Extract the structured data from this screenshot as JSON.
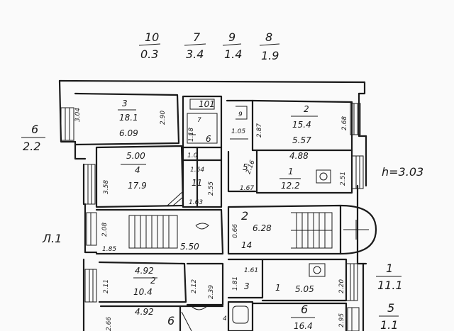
{
  "header_fractions": [
    {
      "num": "10",
      "den": "0.3"
    },
    {
      "num": "7",
      "den": "3.4"
    },
    {
      "num": "9",
      "den": "1.4"
    },
    {
      "num": "8",
      "den": "1.9"
    }
  ],
  "side_labels": {
    "left_top": {
      "num": "6",
      "den": "2.2"
    },
    "left_mid": "Л.1",
    "right_mid": {
      "num": "1",
      "den": "11.1"
    },
    "right_bottom": {
      "num": "5",
      "den": "1.1"
    },
    "height": "h=3.03"
  },
  "rooms": {
    "r3_top": "3",
    "r3_area": "18.1",
    "r3_w": "6.09",
    "r3_h1": "3.04",
    "r3_h2": "2.90",
    "r2_top": "2",
    "r2_area": "15.4",
    "r2_w": "5.57",
    "r2_h1": "2.87",
    "r2_h2": "2.68",
    "r1_top": "1",
    "r1_area": "12.2",
    "r1_w": "4.88",
    "r1_h": "2.51",
    "r4_top": "4",
    "r4_area": "17.9",
    "r4_w": "5.00",
    "r4_h": "3.58",
    "r6_small": "6",
    "r6_w": "1.18",
    "r7": "7",
    "r10_mark": "1.0",
    "r10_box": "101",
    "r11": "11",
    "r11_w1": "1.64",
    "r11_w2": "1.63",
    "r11_h": "2.55",
    "r9_mark": "9",
    "r9_h": "1.05",
    "r5_mark": "5",
    "r5_h": "1.67",
    "r5_h2": "2.16",
    "stair_dim1": "2.08",
    "stair_dim2": "1.85",
    "stair_len": "5.50",
    "hall2": "2",
    "hall2_w": "6.28",
    "hall2_area": "14",
    "hall2_h": "0.66",
    "lr2": "2",
    "lr2_area": "10.4",
    "lr2_w": "4.92",
    "lr2_h": "2.11",
    "ld": "2.12",
    "ld2": "2.39",
    "lr6": "6",
    "lr6_w": "4.92",
    "lr6_h": "2.66",
    "r3b": "3",
    "r3b_w": "1.61",
    "r3b_w2": "1.81",
    "hall1": "1",
    "hall1_w": "5.05",
    "hall1_h": "2.20",
    "br6": "6",
    "br6_area": "16.4",
    "br6_h": "2.95",
    "small4": "4"
  }
}
